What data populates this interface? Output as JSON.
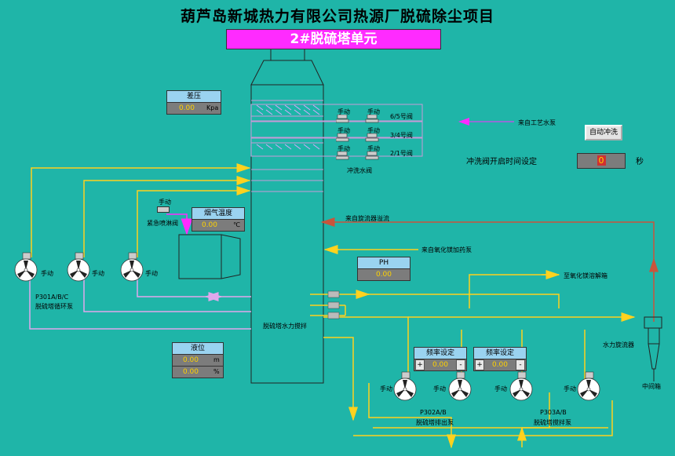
{
  "header": {
    "title": "葫芦岛新城热力有限公司热源厂脱硫除尘项目",
    "unit_title": "2#脱硫塔单元"
  },
  "diff_pressure": {
    "label": "差压",
    "value": "0.00",
    "unit": "Kpa"
  },
  "spray_valves": [
    {
      "mode_left": "手动",
      "mode_right": "手动",
      "name": "6/5号阀"
    },
    {
      "mode_left": "手动",
      "mode_right": "手动",
      "name": "3/4号阀"
    },
    {
      "mode_left": "手动",
      "mode_right": "手动",
      "name": "2/1号阀"
    }
  ],
  "flush_valve_label": "冲洗水阀",
  "process_water_label": "来自工艺水泵",
  "auto_flush": {
    "label": "自动冲洗"
  },
  "flush_time": {
    "label": "冲洗阀开启时间设定",
    "value": "0",
    "unit": "秒"
  },
  "emergency_valve": {
    "mode": "手动",
    "label": "紧急喷淋阀"
  },
  "flue_temp": {
    "label": "烟气温度",
    "value": "0.00",
    "unit": "℃"
  },
  "cyclone_overflow_label": "来自旋流器溢流",
  "mgo_dosing_label": "来自氧化镁加药泵",
  "ph": {
    "label": "PH",
    "value": "0.00"
  },
  "mgo_tank_label": "至氧化镁溶解箱",
  "stirring_label": "脱硫塔水力搅拌",
  "level": {
    "label": "液位",
    "value_m": "0.00",
    "unit_m": "m",
    "value_pct": "0.00",
    "unit_pct": "%"
  },
  "circ_pumps": {
    "modes": [
      "手动",
      "手动",
      "手动"
    ],
    "tag": "P301A/B/C",
    "name": "脱硫塔循环泵"
  },
  "freq_settings": [
    {
      "label": "频率设定",
      "plus": "+",
      "value": "0.00",
      "minus": "-"
    },
    {
      "label": "频率设定",
      "plus": "+",
      "value": "0.00",
      "minus": "-"
    }
  ],
  "discharge_pumps": {
    "modes": [
      "手动",
      "手动"
    ],
    "tag": "P302A/B",
    "name": "脱硫塔排出泵"
  },
  "stir_pumps": {
    "modes": [
      "手动",
      "手动"
    ],
    "tag": "P303A/B",
    "name": "脱硫塔搅拌泵"
  },
  "cyclone_label": "水力旋流器",
  "mid_tank_label": "中间箱",
  "colors": {
    "background": "#1fb5a8",
    "slurry": "#ffd21e",
    "return": "#c89ad8",
    "overflow": "#c8553c",
    "water": "#ff2bff",
    "title_bg": "#ff2bff"
  }
}
